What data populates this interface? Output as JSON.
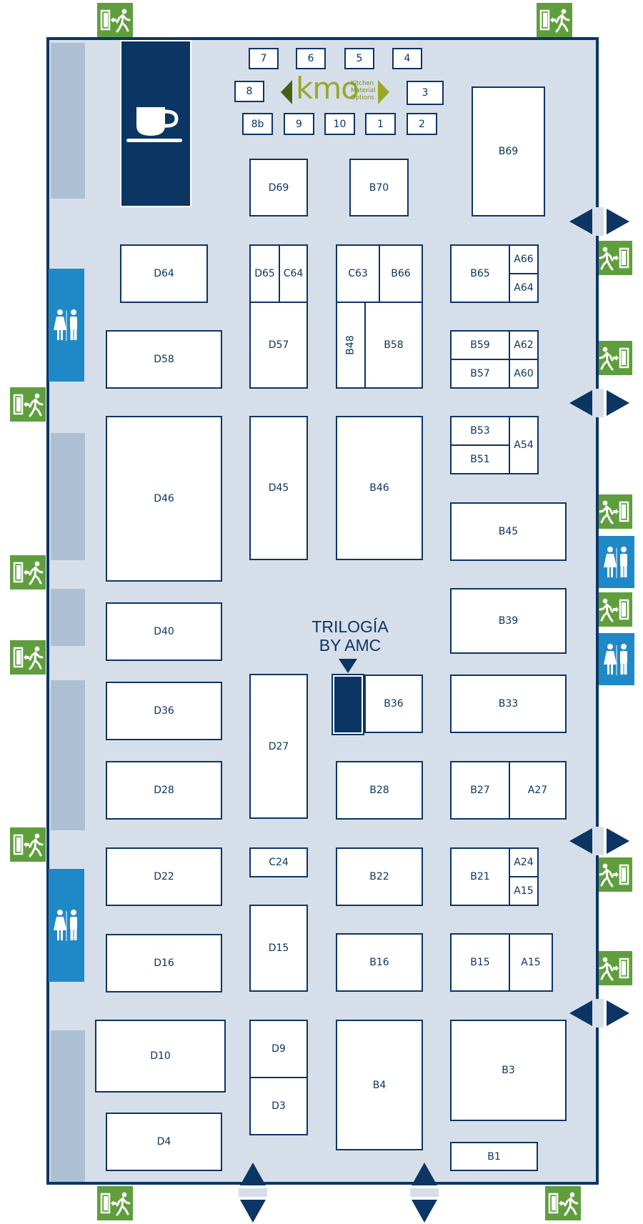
{
  "booths": {
    "n7": "7",
    "n6": "6",
    "n5": "5",
    "n4": "4",
    "n8": "8",
    "n3": "3",
    "n8b": "8b",
    "n9": "9",
    "n10": "10",
    "n1": "1",
    "n2": "2",
    "B69": "B69",
    "D69": "D69",
    "B70": "B70",
    "D64": "D64",
    "D65": "D65",
    "C64": "C64",
    "C63": "C63",
    "B66": "B66",
    "B65": "B65",
    "A66": "A66",
    "A64": "A64",
    "D58": "D58",
    "D57": "D57",
    "B48": "B48",
    "B58": "B58",
    "B59": "B59",
    "A62": "A62",
    "B57": "B57",
    "A60": "A60",
    "B53": "B53",
    "B51": "B51",
    "A54": "A54",
    "D46": "D46",
    "D45": "D45",
    "B46": "B46",
    "B45": "B45",
    "D40": "D40",
    "B39": "B39",
    "D36": "D36",
    "D27": "D27",
    "B36": "B36",
    "B33": "B33",
    "D28": "D28",
    "B28": "B28",
    "B27": "B27",
    "A27": "A27",
    "D22": "D22",
    "C24": "C24",
    "B22": "B22",
    "B21": "B21",
    "A24": "A24",
    "A15a": "A15",
    "D16": "D16",
    "D15": "D15",
    "B16": "B16",
    "B15": "B15",
    "A15b": "A15",
    "D10": "D10",
    "D9": "D9",
    "D3": "D3",
    "B4": "B4",
    "B3": "B3",
    "D4": "D4",
    "B1": "B1"
  },
  "logo": {
    "name": "kmo",
    "subtitle_1": "Kitchen",
    "subtitle_2": "Material",
    "subtitle_3": "Options"
  },
  "highlight": {
    "line_1": "TRILOGÍA",
    "line_2": "BY AMC"
  },
  "icons": {
    "exit": "emergency-exit-icon",
    "restroom": "restroom-icon",
    "cafe": "coffee-cup-icon",
    "entrance": "entrance-arrows-icon"
  },
  "colors": {
    "navy": "#0b3563",
    "floor": "#d6dfe9",
    "strip": "#adc0d3",
    "exit_green": "#5f9e3d",
    "restroom_blue": "#1f89c7",
    "kmo_green": "#9aa826"
  }
}
